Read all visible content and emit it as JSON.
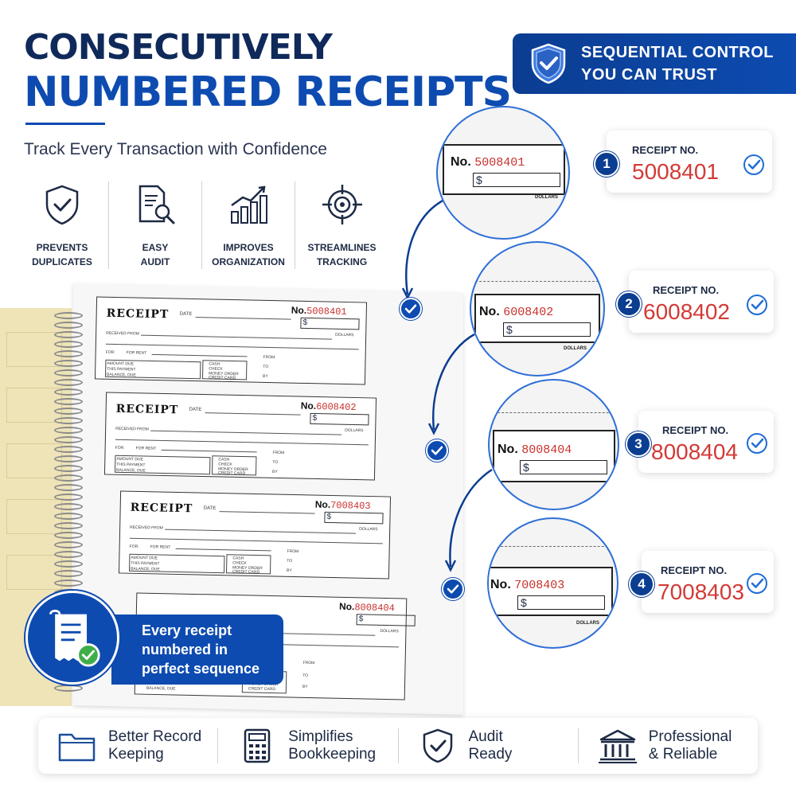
{
  "header": {
    "line1": "CONSECUTIVELY",
    "line2": "NUMBERED RECEIPTS",
    "subtitle": "Track Every Transaction with Confidence"
  },
  "badge": {
    "line1": "SEQUENTIAL CONTROL",
    "line2": "YOU CAN TRUST",
    "icon": "shield-check-icon"
  },
  "features": [
    {
      "label": "PREVENTS\nDUPLICATES",
      "icon": "shield-check-icon"
    },
    {
      "label": "EASY\nAUDIT",
      "icon": "document-magnifier-icon"
    },
    {
      "label": "IMPROVES\nORGANIZATION",
      "icon": "bar-chart-icon"
    },
    {
      "label": "STREAMLINES\nTRACKING",
      "icon": "target-icon"
    }
  ],
  "receipt_form": {
    "title": "RECEIPT",
    "date_label": "DATE",
    "no_label": "No.",
    "dollar_sign": "$",
    "dollars_label": "DOLLARS",
    "received_from": "RECEIVED FROM",
    "for_label": "FOR:",
    "for_rent": "FOR RENT",
    "amount_due": "AMOUNT DUE",
    "this_payment": "THIS PAYMENT",
    "balance_due": "BALANCE, DUE",
    "cash": "CASH",
    "check": "CHECK",
    "money_order": "MONEY ORDER",
    "credit_card": "CREDIT CARD",
    "from": "FROM",
    "to": "TO",
    "by": "BY",
    "numbers": [
      "5008401",
      "6008402",
      "7008403",
      "8008404"
    ]
  },
  "magnifiers": [
    {
      "no": "No.",
      "number": "5008401"
    },
    {
      "no": "No.",
      "number": "6008402"
    },
    {
      "no": "No.",
      "number": "8008404"
    },
    {
      "no": "No.",
      "number": "7008403"
    }
  ],
  "callouts": [
    {
      "index": "1",
      "label": "RECEIPT NO.",
      "number": "5008401"
    },
    {
      "index": "2",
      "label": "RECEIPT NO.",
      "number": "6008402"
    },
    {
      "index": "3",
      "label": "RECEIPT NO.",
      "number": "8008404"
    },
    {
      "index": "4",
      "label": "RECEIPT NO.",
      "number": "7008403"
    }
  ],
  "sequence_badge": {
    "line1": "Every receipt",
    "line2": "numbered in",
    "line3": "perfect sequence",
    "icon": "receipt-check-icon"
  },
  "footer": [
    {
      "label": "Better Record\nKeeping",
      "icon": "folder-icon"
    },
    {
      "label": "Simplifies\nBookkeeping",
      "icon": "calculator-icon"
    },
    {
      "label": "Audit\nReady",
      "icon": "shield-check-icon"
    },
    {
      "label": "Professional\n& Reliable",
      "icon": "bank-building-icon"
    }
  ],
  "colors": {
    "brand_blue": "#0d4bb0",
    "navy": "#0f2a5a",
    "receipt_red": "#d23a36",
    "paper_yellow": "#efe4b8"
  }
}
